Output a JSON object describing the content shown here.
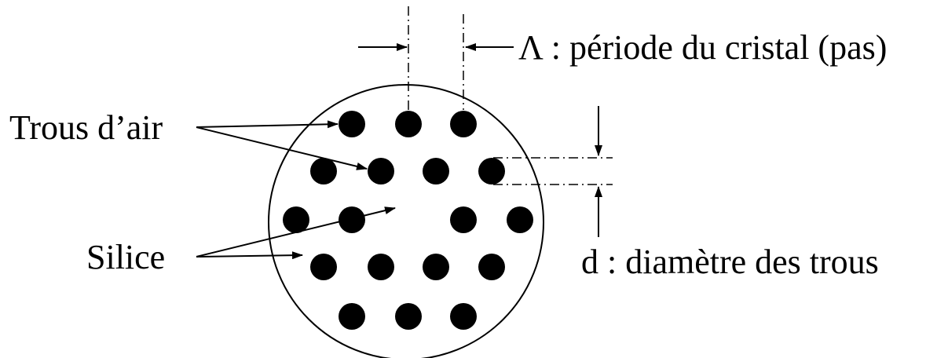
{
  "labels": {
    "air_holes": "Trous d’air",
    "silica": "Silice",
    "pitch": "Λ : période du cristal (pas)",
    "diameter": "d : diamètre des trous"
  },
  "colors": {
    "ink": "#000000",
    "background": "#ffffff"
  }
}
